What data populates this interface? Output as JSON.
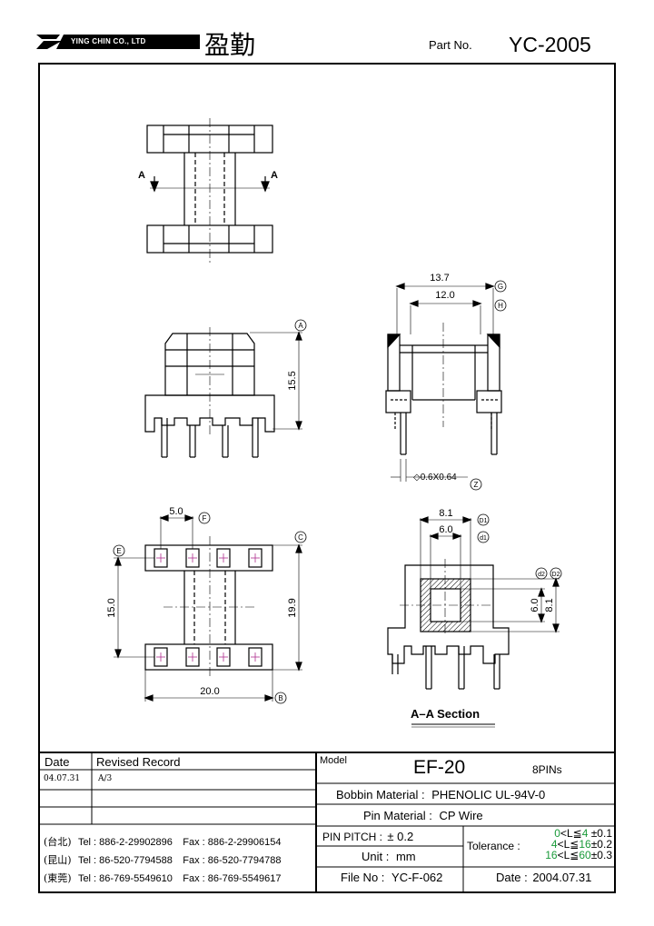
{
  "header": {
    "company_en": "YING CHIN CO., LTD",
    "company_cn": "盈勤",
    "part_label": "Part No.",
    "part_no": "YC-2005"
  },
  "views": {
    "section_A_left": "A",
    "section_A_right": "A",
    "section_title": "A–A Section"
  },
  "dims": {
    "d13_7": "13.7",
    "d12_0": "12.0",
    "d15_5": "15.5",
    "pin": "◇0.6X0.64",
    "d5_0": "5.0",
    "d15_0": "15.0",
    "d19_9": "19.9",
    "d20_0": "20.0",
    "d8_1": "8.1",
    "d6_0": "6.0",
    "d6_0v": "6.0",
    "d8_1v": "8.1"
  },
  "callouts": {
    "A": "A",
    "G": "G",
    "H": "H",
    "Z": "Z",
    "E": "E",
    "F": "F",
    "C": "C",
    "B": "B",
    "D1": "D1",
    "d1": "d1",
    "d2": "d2",
    "D2": "D2"
  },
  "revision": {
    "date_header": "Date",
    "record_header": "Revised Record",
    "rows": [
      {
        "date": "04.07.31",
        "record": "A/3"
      }
    ]
  },
  "contacts": [
    {
      "city": "(台北)",
      "tel": "Tel : 886-2-29902896",
      "fax": "Fax : 886-2-29906154"
    },
    {
      "city": "(昆山)",
      "tel": "Tel : 86-520-7794588",
      "fax": "Fax : 86-520-7794788"
    },
    {
      "city": "(東莞)",
      "tel": "Tel : 86-769-5549610",
      "fax": "Fax : 86-769-5549617"
    }
  ],
  "spec": {
    "model_label": "Model",
    "model": "EF-20",
    "pins": "8PINs",
    "bobbin_label": "Bobbin  Material :",
    "bobbin": "PHENOLIC UL-94V-0",
    "pin_label": "Pin  Material :",
    "pin_material": "CP Wire",
    "pitch_label": "PIN  PITCH :",
    "pitch": "± 0.2",
    "unit_label": "Unit :",
    "unit": "mm",
    "file_label": "File  No :",
    "file_no": "YC-F-062",
    "tol_label": "Tolerance :",
    "tol": [
      {
        "lo": "0",
        "mid": "<L≦",
        "hi": "4",
        "val": "±0.1"
      },
      {
        "lo": "4",
        "mid": "<L≦",
        "hi": "16",
        "val": "±0.2"
      },
      {
        "lo": "16",
        "mid": "<L≦",
        "hi": "60",
        "val": "±0.3"
      }
    ],
    "date_label": "Date :",
    "date": "2004.07.31"
  },
  "colors": {
    "tolerance_green": "#1a9a3a",
    "pin_mark": "#b03090"
  }
}
